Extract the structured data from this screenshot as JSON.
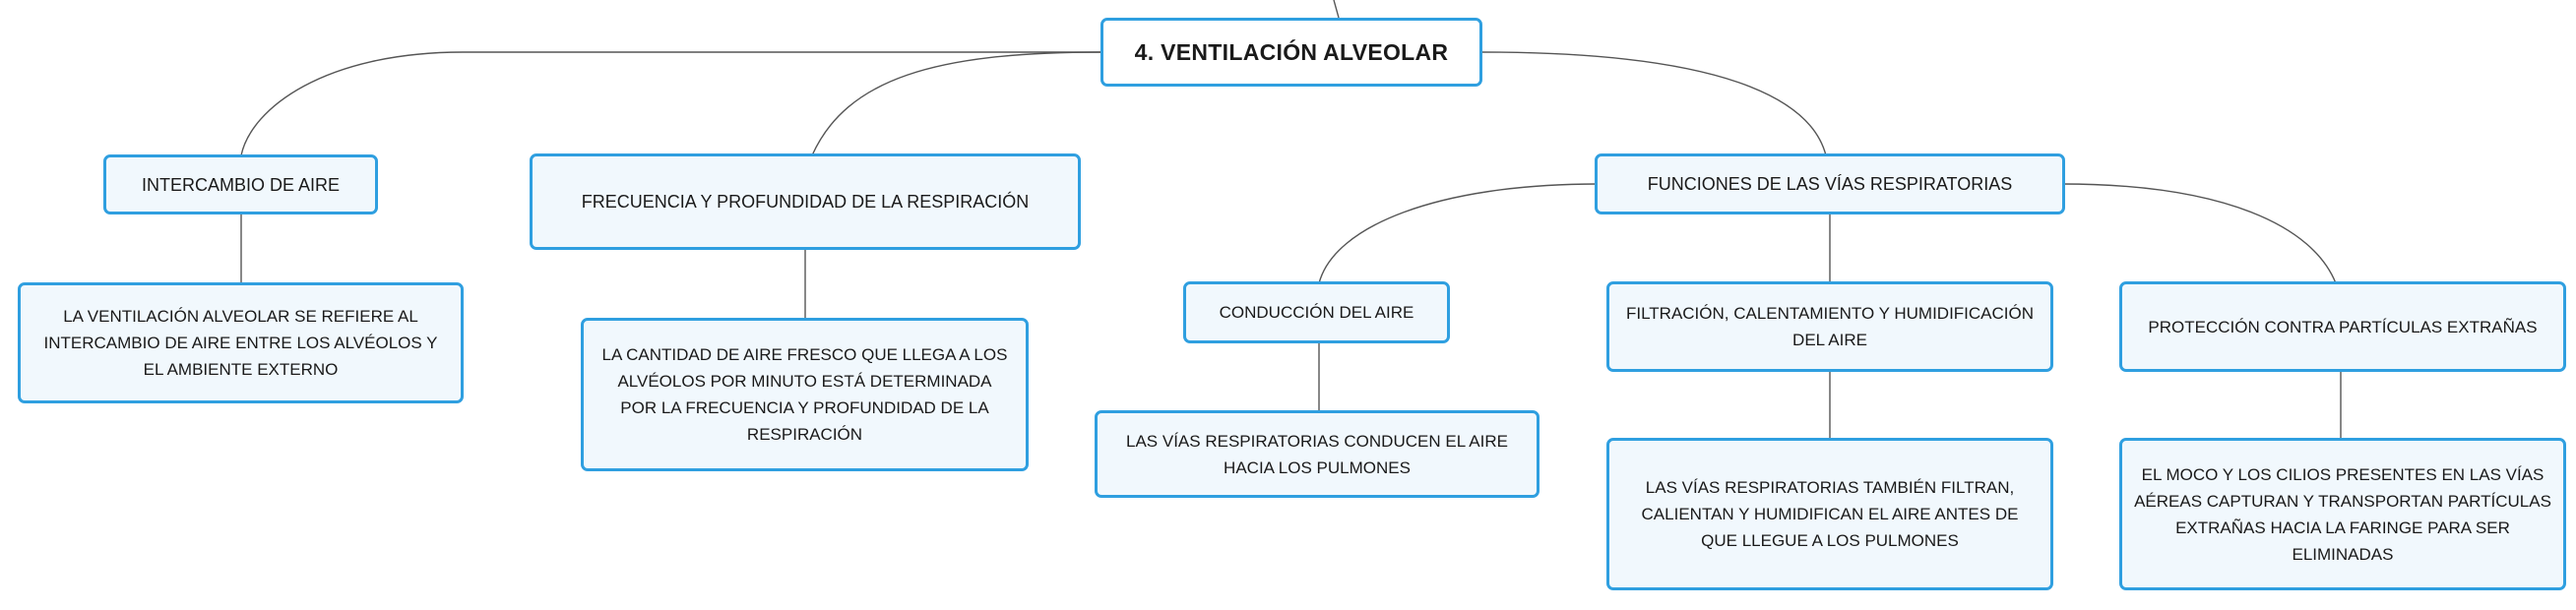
{
  "diagram": {
    "root": {
      "label": "4. VENTILACIÓN ALVEOLAR"
    },
    "branches": [
      {
        "label": "INTERCAMBIO DE AIRE",
        "detail": "LA VENTILACIÓN ALVEOLAR SE REFIERE AL INTERCAMBIO DE AIRE ENTRE LOS ALVÉOLOS Y EL AMBIENTE EXTERNO"
      },
      {
        "label": "FRECUENCIA Y PROFUNDIDAD DE LA RESPIRACIÓN",
        "detail": "LA CANTIDAD DE AIRE FRESCO QUE LLEGA A LOS ALVÉOLOS POR MINUTO ESTÁ DETERMINADA POR LA FRECUENCIA Y PROFUNDIDAD DE LA RESPIRACIÓN"
      },
      {
        "label": "FUNCIONES DE LAS VÍAS RESPIRATORIAS",
        "children": [
          {
            "label": "CONDUCCIÓN DEL AIRE",
            "detail": "LAS VÍAS RESPIRATORIAS CONDUCEN EL AIRE HACIA LOS PULMONES"
          },
          {
            "label": "FILTRACIÓN, CALENTAMIENTO Y HUMIDIFICACIÓN DEL AIRE",
            "detail": "LAS VÍAS RESPIRATORIAS TAMBIÉN FILTRAN, CALIENTAN Y HUMIDIFICAN EL AIRE ANTES DE QUE LLEGUE A LOS PULMONES"
          },
          {
            "label": "PROTECCIÓN CONTRA PARTÍCULAS EXTRAÑAS",
            "detail": "EL MOCO Y LOS CILIOS PRESENTES EN LAS VÍAS AÉREAS CAPTURAN Y TRANSPORTAN PARTÍCULAS EXTRAÑAS HACIA LA FARINGE PARA SER ELIMINADAS"
          }
        ]
      }
    ]
  },
  "colors": {
    "node_border": "#2f9fe0",
    "node_fill": "#f1f8fd",
    "root_fill": "#ffffff",
    "connector": "#555555"
  }
}
